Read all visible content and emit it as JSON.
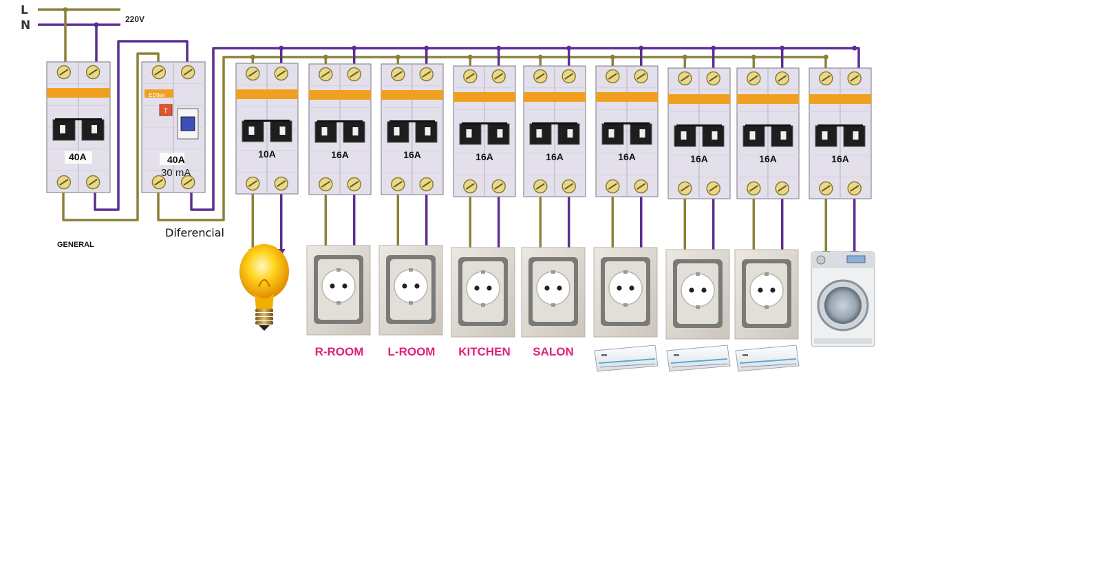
{
  "supply": {
    "phase_label": "L",
    "neutral_label": "N",
    "voltage_label": "220V"
  },
  "colors": {
    "phase_wire": "#8b8238",
    "neutral_wire": "#5b2d91",
    "breaker_body": "#e3e0eb",
    "orange_band": "#f0a020",
    "label_pink": "#e0207a"
  },
  "main_breaker": {
    "rating": "40A",
    "label": "GENERAL"
  },
  "rcd": {
    "rating": "40A",
    "sensitivity": "30 mA",
    "label": "Diferencial",
    "brand": "EDflex"
  },
  "circuits": [
    {
      "rating": "10A",
      "load": "light-bulb",
      "label": ""
    },
    {
      "rating": "16A",
      "load": "socket",
      "label": "R-ROOM"
    },
    {
      "rating": "16A",
      "load": "socket",
      "label": "L-ROOM"
    },
    {
      "rating": "16A",
      "load": "socket",
      "label": "KITCHEN"
    },
    {
      "rating": "16A",
      "load": "socket",
      "label": "SALON"
    },
    {
      "rating": "16A",
      "load": "socket-air-conditioner",
      "label": ""
    },
    {
      "rating": "16A",
      "load": "socket-air-conditioner",
      "label": ""
    },
    {
      "rating": "16A",
      "load": "socket-air-conditioner",
      "label": ""
    },
    {
      "rating": "16A",
      "load": "washing-machine",
      "label": ""
    }
  ]
}
